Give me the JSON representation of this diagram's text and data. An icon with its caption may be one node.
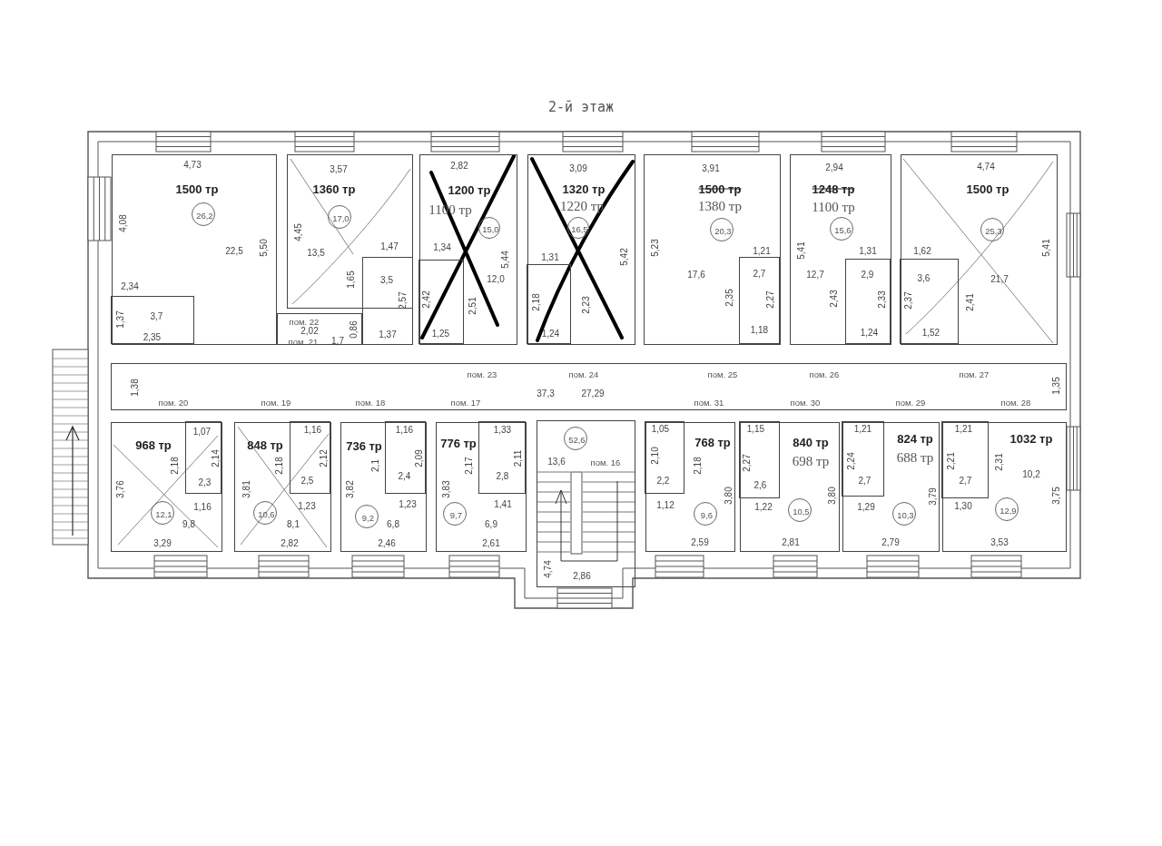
{
  "diagram": {
    "title": "2-й этаж",
    "nodes": [
      {
        "text": [
          "4,73",
          "1500 тр",
          "4,08",
          "22,5",
          "5,50",
          "2,34"
        ]
      },
      {
        "text": [
          "26,2"
        ],
        "in": 0
      },
      {
        "text": [
          "1,37",
          "3,7",
          "2,35"
        ],
        "in": 0
      },
      {
        "text": [
          "3,57",
          "1360 тр",
          "4,45",
          "13,5",
          "1,47",
          "1,65"
        ]
      },
      {
        "text": [
          "17,0"
        ],
        "in": 3
      },
      {
        "text": [
          "3,5",
          "2,57",
          "1,37"
        ]
      },
      {
        "text": [
          "пом. 22",
          "2,02",
          "пом. 21",
          "1,7",
          "0,86"
        ]
      },
      {
        "text": [
          "2,82",
          "1200 тр",
          "1100 тр",
          "1,34",
          "5,44",
          "12,0",
          "2,51"
        ]
      },
      {
        "text": [
          "15,0"
        ],
        "in": 7
      },
      {
        "text": [
          "2,42",
          "1,25"
        ],
        "in": 7
      },
      {
        "text": [
          "3,09",
          "1320 тр",
          "1220 тр",
          "1,31",
          "5,42",
          "2,23"
        ]
      },
      {
        "text": [
          "16,5"
        ],
        "in": 10
      },
      {
        "text": [
          "2,18",
          "1,24"
        ],
        "in": 10
      },
      {
        "text": [
          "3,91",
          "1500 тр",
          "1380 тр",
          "5,23",
          "1,21",
          "17,6",
          "2,35"
        ]
      },
      {
        "text": [
          "20,3"
        ],
        "in": 13
      },
      {
        "text": [
          "2,7",
          "2,27",
          "1,18"
        ],
        "in": 13
      },
      {
        "text": [
          "2,94",
          "1248 тр",
          "1100 тр",
          "5,41",
          "1,31",
          "12,7",
          "2,43"
        ]
      },
      {
        "text": [
          "15,6"
        ],
        "in": 16
      },
      {
        "text": [
          "2,9",
          "2,33",
          "1,24"
        ],
        "in": 16
      },
      {
        "text": [
          "4,74",
          "1500 тр",
          "1,62",
          "21,7",
          "2,41",
          "5,41"
        ]
      },
      {
        "text": [
          "25,3"
        ],
        "in": 19
      },
      {
        "text": [
          "3,6",
          "2,37",
          "1,52"
        ],
        "in": 19
      },
      {
        "text": [
          "1,38",
          "пом. 23",
          "пом. 24",
          "пом. 25",
          "пом. 26",
          "пом. 27",
          "37,3",
          "27,29",
          "1,35",
          "пом. 20",
          "пом. 19",
          "пом. 18",
          "пом. 17",
          "пом. 31",
          "пом. 30",
          "пом. 29",
          "пом. 28"
        ]
      },
      {
        "text": [
          "968 тр",
          "2,18",
          "3,76",
          "1,16",
          "9,8",
          "3,29"
        ]
      },
      {
        "text": [
          "1,07",
          "2,14",
          "2,3"
        ],
        "in": 23
      },
      {
        "text": [
          "12,1"
        ],
        "in": 23
      },
      {
        "text": [
          "848 тр",
          "2,18",
          "3,81",
          "1,23",
          "8,1",
          "2,82"
        ]
      },
      {
        "text": [
          "1,16",
          "2,12",
          "2,5"
        ],
        "in": 26
      },
      {
        "text": [
          "10,6"
        ],
        "in": 26
      },
      {
        "text": [
          "736 тр",
          "2,1",
          "3,82",
          "1,23",
          "6,8",
          "2,46"
        ]
      },
      {
        "text": [
          "1,16",
          "2,09",
          "2,4"
        ],
        "in": 29
      },
      {
        "text": [
          "9,2"
        ],
        "in": 29
      },
      {
        "text": [
          "776 тр",
          "2,17",
          "3,83",
          "1,41",
          "6,9",
          "2,61"
        ]
      },
      {
        "text": [
          "1,33",
          "2,11",
          "2,8"
        ],
        "in": 32
      },
      {
        "text": [
          "9,7"
        ],
        "in": 32
      },
      {
        "text": [
          "13,6",
          "пом. 16",
          "4,74",
          "2,86"
        ]
      },
      {
        "text": [
          "52,6"
        ],
        "in": 35
      },
      {
        "text": [
          "768 тр",
          "2,18",
          "1,12",
          "3,80",
          "2,59"
        ]
      },
      {
        "text": [
          "1,05",
          "2,10",
          "2,2"
        ],
        "in": 37
      },
      {
        "text": [
          "9,6"
        ],
        "in": 37
      },
      {
        "text": [
          "840 тр",
          "698 тр",
          "1,22",
          "3,80",
          "2,81"
        ]
      },
      {
        "text": [
          "1,15",
          "2,27",
          "2,6"
        ],
        "in": 40
      },
      {
        "text": [
          "10,5"
        ],
        "in": 40
      },
      {
        "text": [
          "824 тр",
          "688 тр",
          "1,29",
          "3,79",
          "2,79"
        ]
      },
      {
        "text": [
          "1,21",
          "2,24",
          "2,7"
        ],
        "in": 43
      },
      {
        "text": [
          "10,3"
        ],
        "in": 43
      },
      {
        "text": [
          "1032 тр",
          "2,31",
          "10,2",
          "3,75",
          "1,30",
          "3,53"
        ]
      },
      {
        "text": [
          "1,21",
          "2,21",
          "2,7"
        ],
        "in": 46
      },
      {
        "text": [
          "12,9"
        ],
        "in": 46
      }
    ]
  }
}
